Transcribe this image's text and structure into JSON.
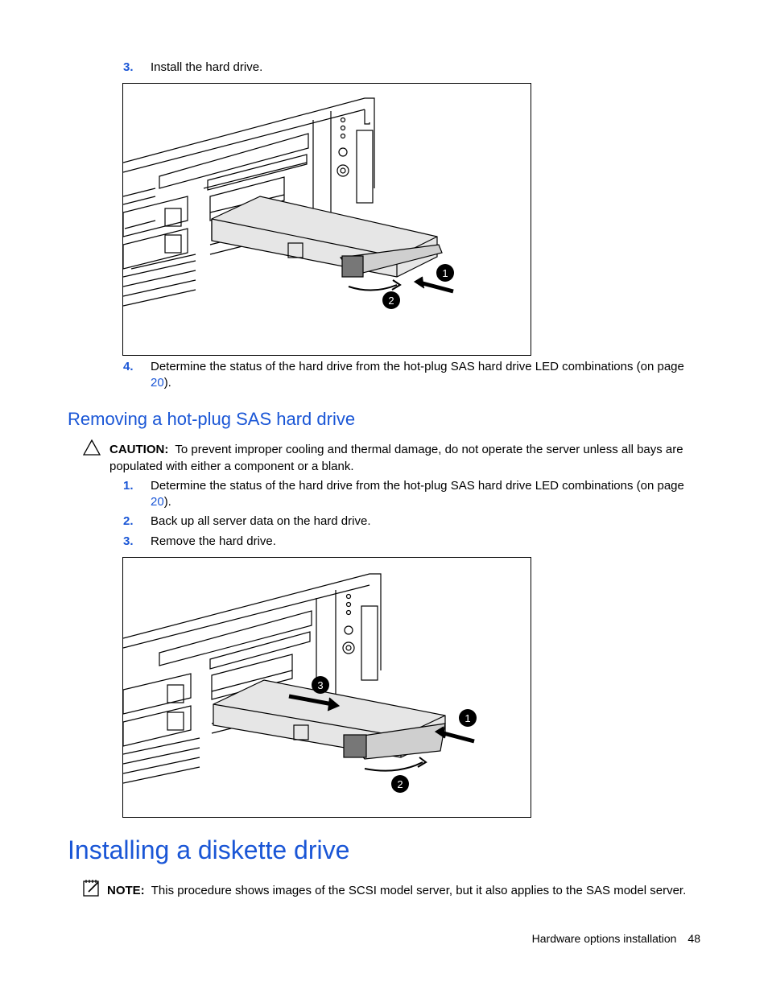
{
  "steps_top": [
    {
      "num": "3.",
      "text": "Install the hard drive."
    }
  ],
  "figure1": {
    "callouts": [
      "1",
      "2"
    ]
  },
  "step_after_fig1": {
    "num": "4.",
    "text": "Determine the status of the hard drive from the hot-plug SAS hard drive LED combinations (on page ",
    "link": "20",
    "tail": ")."
  },
  "section_removing": {
    "title": "Removing a hot-plug SAS hard drive",
    "caution_label": "CAUTION:",
    "caution_text": "To prevent improper cooling and thermal damage, do not operate the server unless all bays are populated with either a component or a blank.",
    "steps": [
      {
        "num": "1.",
        "text": "Determine the status of the hard drive from the hot-plug SAS hard drive LED combinations (on page ",
        "link": "20",
        "tail": ")."
      },
      {
        "num": "2.",
        "text": "Back up all server data on the hard drive."
      },
      {
        "num": "3.",
        "text": "Remove the hard drive."
      }
    ]
  },
  "figure2": {
    "callouts": [
      "1",
      "2",
      "3"
    ]
  },
  "section_diskette": {
    "title": "Installing a diskette drive",
    "note_label": "NOTE:",
    "note_text": "This procedure shows images of the SCSI model server, but it also applies to the SAS model server."
  },
  "footer": {
    "section": "Hardware options installation",
    "page": "48"
  },
  "colors": {
    "accent": "#1a56d6"
  }
}
